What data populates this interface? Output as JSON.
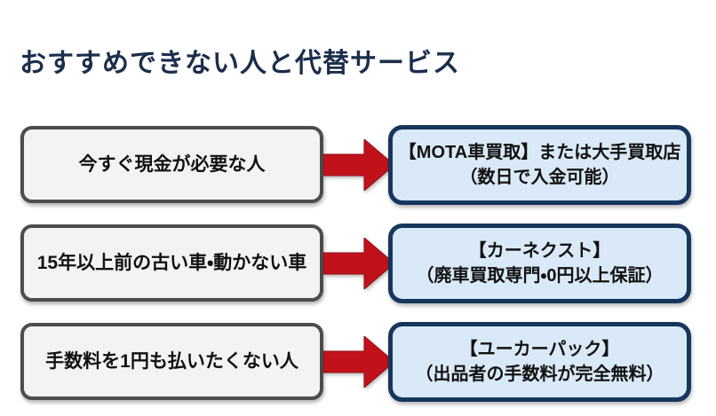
{
  "title": "おすすめできない人と代替サービス",
  "rows": [
    {
      "problem": "今すぐ現金が必要な人",
      "solution_line1": "【MOTA車買取】または大手買取店",
      "solution_line2": "（数日で入金可能）"
    },
    {
      "problem": "15年以上前の古い車・動かない車",
      "solution_line1": "【カーネクスト】",
      "solution_line2": "（廃車買取専門・0円以上保証）"
    },
    {
      "problem": "手数料を1円も払いたくない人",
      "solution_line1": "【ユーカーパック】",
      "solution_line2": "（出品者の手数料が完全無料）"
    }
  ],
  "colors": {
    "background": "#ffffff",
    "title_text": "#1b2e4b",
    "problem_box_border": "#4d4d4d",
    "problem_box_fill": "#f3f3f3",
    "solution_box_border": "#16365d",
    "solution_box_fill": "#d9e9f7",
    "arrow_red": "#c1121c",
    "box_text": "#111111"
  }
}
